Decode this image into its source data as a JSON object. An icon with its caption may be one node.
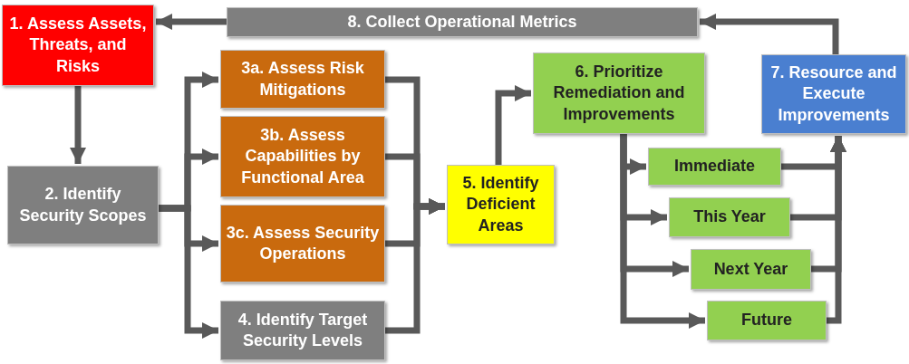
{
  "diagram": {
    "nodes": [
      {
        "text": [
          "1. Assess Assets, Threats, and Risks"
        ]
      },
      {
        "text": [
          "8. Collect Operational Metrics"
        ]
      },
      {
        "text": [
          "2. Identify Security Scopes"
        ]
      },
      {
        "text": [
          "3a. Assess Risk Mitigations"
        ]
      },
      {
        "text": [
          "3b. Assess Capabilities by Functional Area"
        ]
      },
      {
        "text": [
          "3c. Assess Security Operations"
        ]
      },
      {
        "text": [
          "4. Identify Target Security Levels"
        ]
      },
      {
        "text": [
          "5. Identify Deficient Areas"
        ]
      },
      {
        "text": [
          "6. Prioritize Remediation and Improvements"
        ]
      },
      {
        "text": [
          "7. Resource and Execute Improvements"
        ]
      },
      {
        "text": [
          "Immediate"
        ]
      },
      {
        "text": [
          "This Year"
        ]
      },
      {
        "text": [
          "Next Year"
        ]
      },
      {
        "text": [
          "Future"
        ]
      }
    ],
    "edges": [
      {
        "from": 1,
        "to": 0,
        "arrow": "to"
      },
      {
        "from": 9,
        "to": 1,
        "arrow": "to"
      },
      {
        "from": 0,
        "to": 2,
        "arrow": "to"
      },
      {
        "from": 2,
        "to": 3,
        "arrow": "to"
      },
      {
        "from": 2,
        "to": 4,
        "arrow": "to"
      },
      {
        "from": 2,
        "to": 5,
        "arrow": "to"
      },
      {
        "from": 2,
        "to": 6,
        "arrow": "to"
      },
      {
        "from": 3,
        "to": 7,
        "arrow": "to"
      },
      {
        "from": 4,
        "to": 7,
        "arrow": "to"
      },
      {
        "from": 5,
        "to": 7,
        "arrow": "to"
      },
      {
        "from": 6,
        "to": 7,
        "arrow": "to"
      },
      {
        "from": 7,
        "to": 8,
        "arrow": "to"
      },
      {
        "from": 8,
        "to": 10,
        "arrow": "to"
      },
      {
        "from": 8,
        "to": 11,
        "arrow": "to"
      },
      {
        "from": 8,
        "to": 12,
        "arrow": "to"
      },
      {
        "from": 8,
        "to": 13,
        "arrow": "to"
      },
      {
        "from": 10,
        "to": 9,
        "arrow": "to"
      },
      {
        "from": 11,
        "to": 9,
        "arrow": "to"
      },
      {
        "from": 12,
        "to": 9,
        "arrow": "to"
      },
      {
        "from": 13,
        "to": 9,
        "arrow": "to"
      }
    ]
  }
}
